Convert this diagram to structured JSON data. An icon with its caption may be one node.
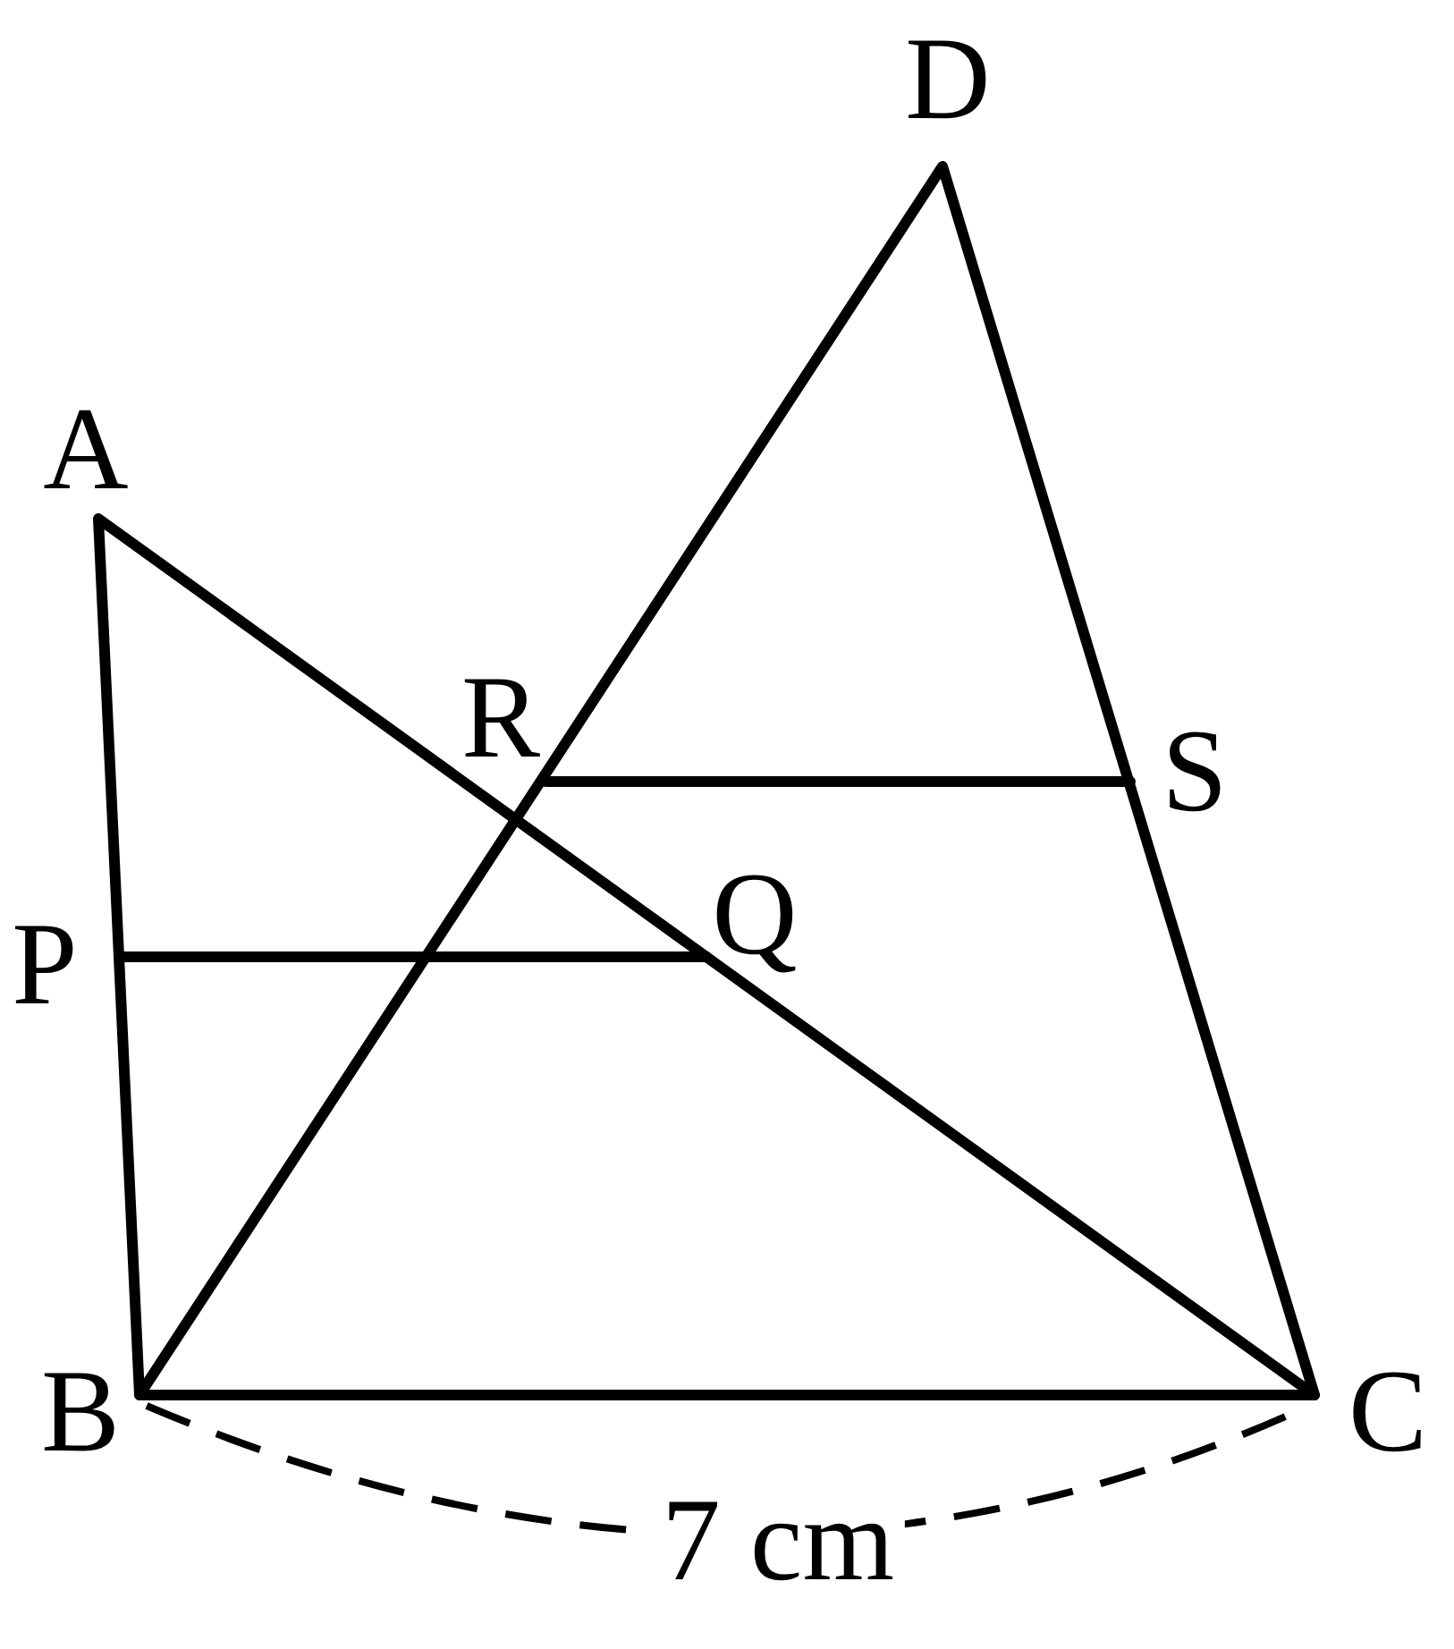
{
  "diagram": {
    "labels": [
      "D",
      "A",
      "R",
      "S",
      "P",
      "Q",
      "B",
      "C",
      "7 cm"
    ]
  }
}
